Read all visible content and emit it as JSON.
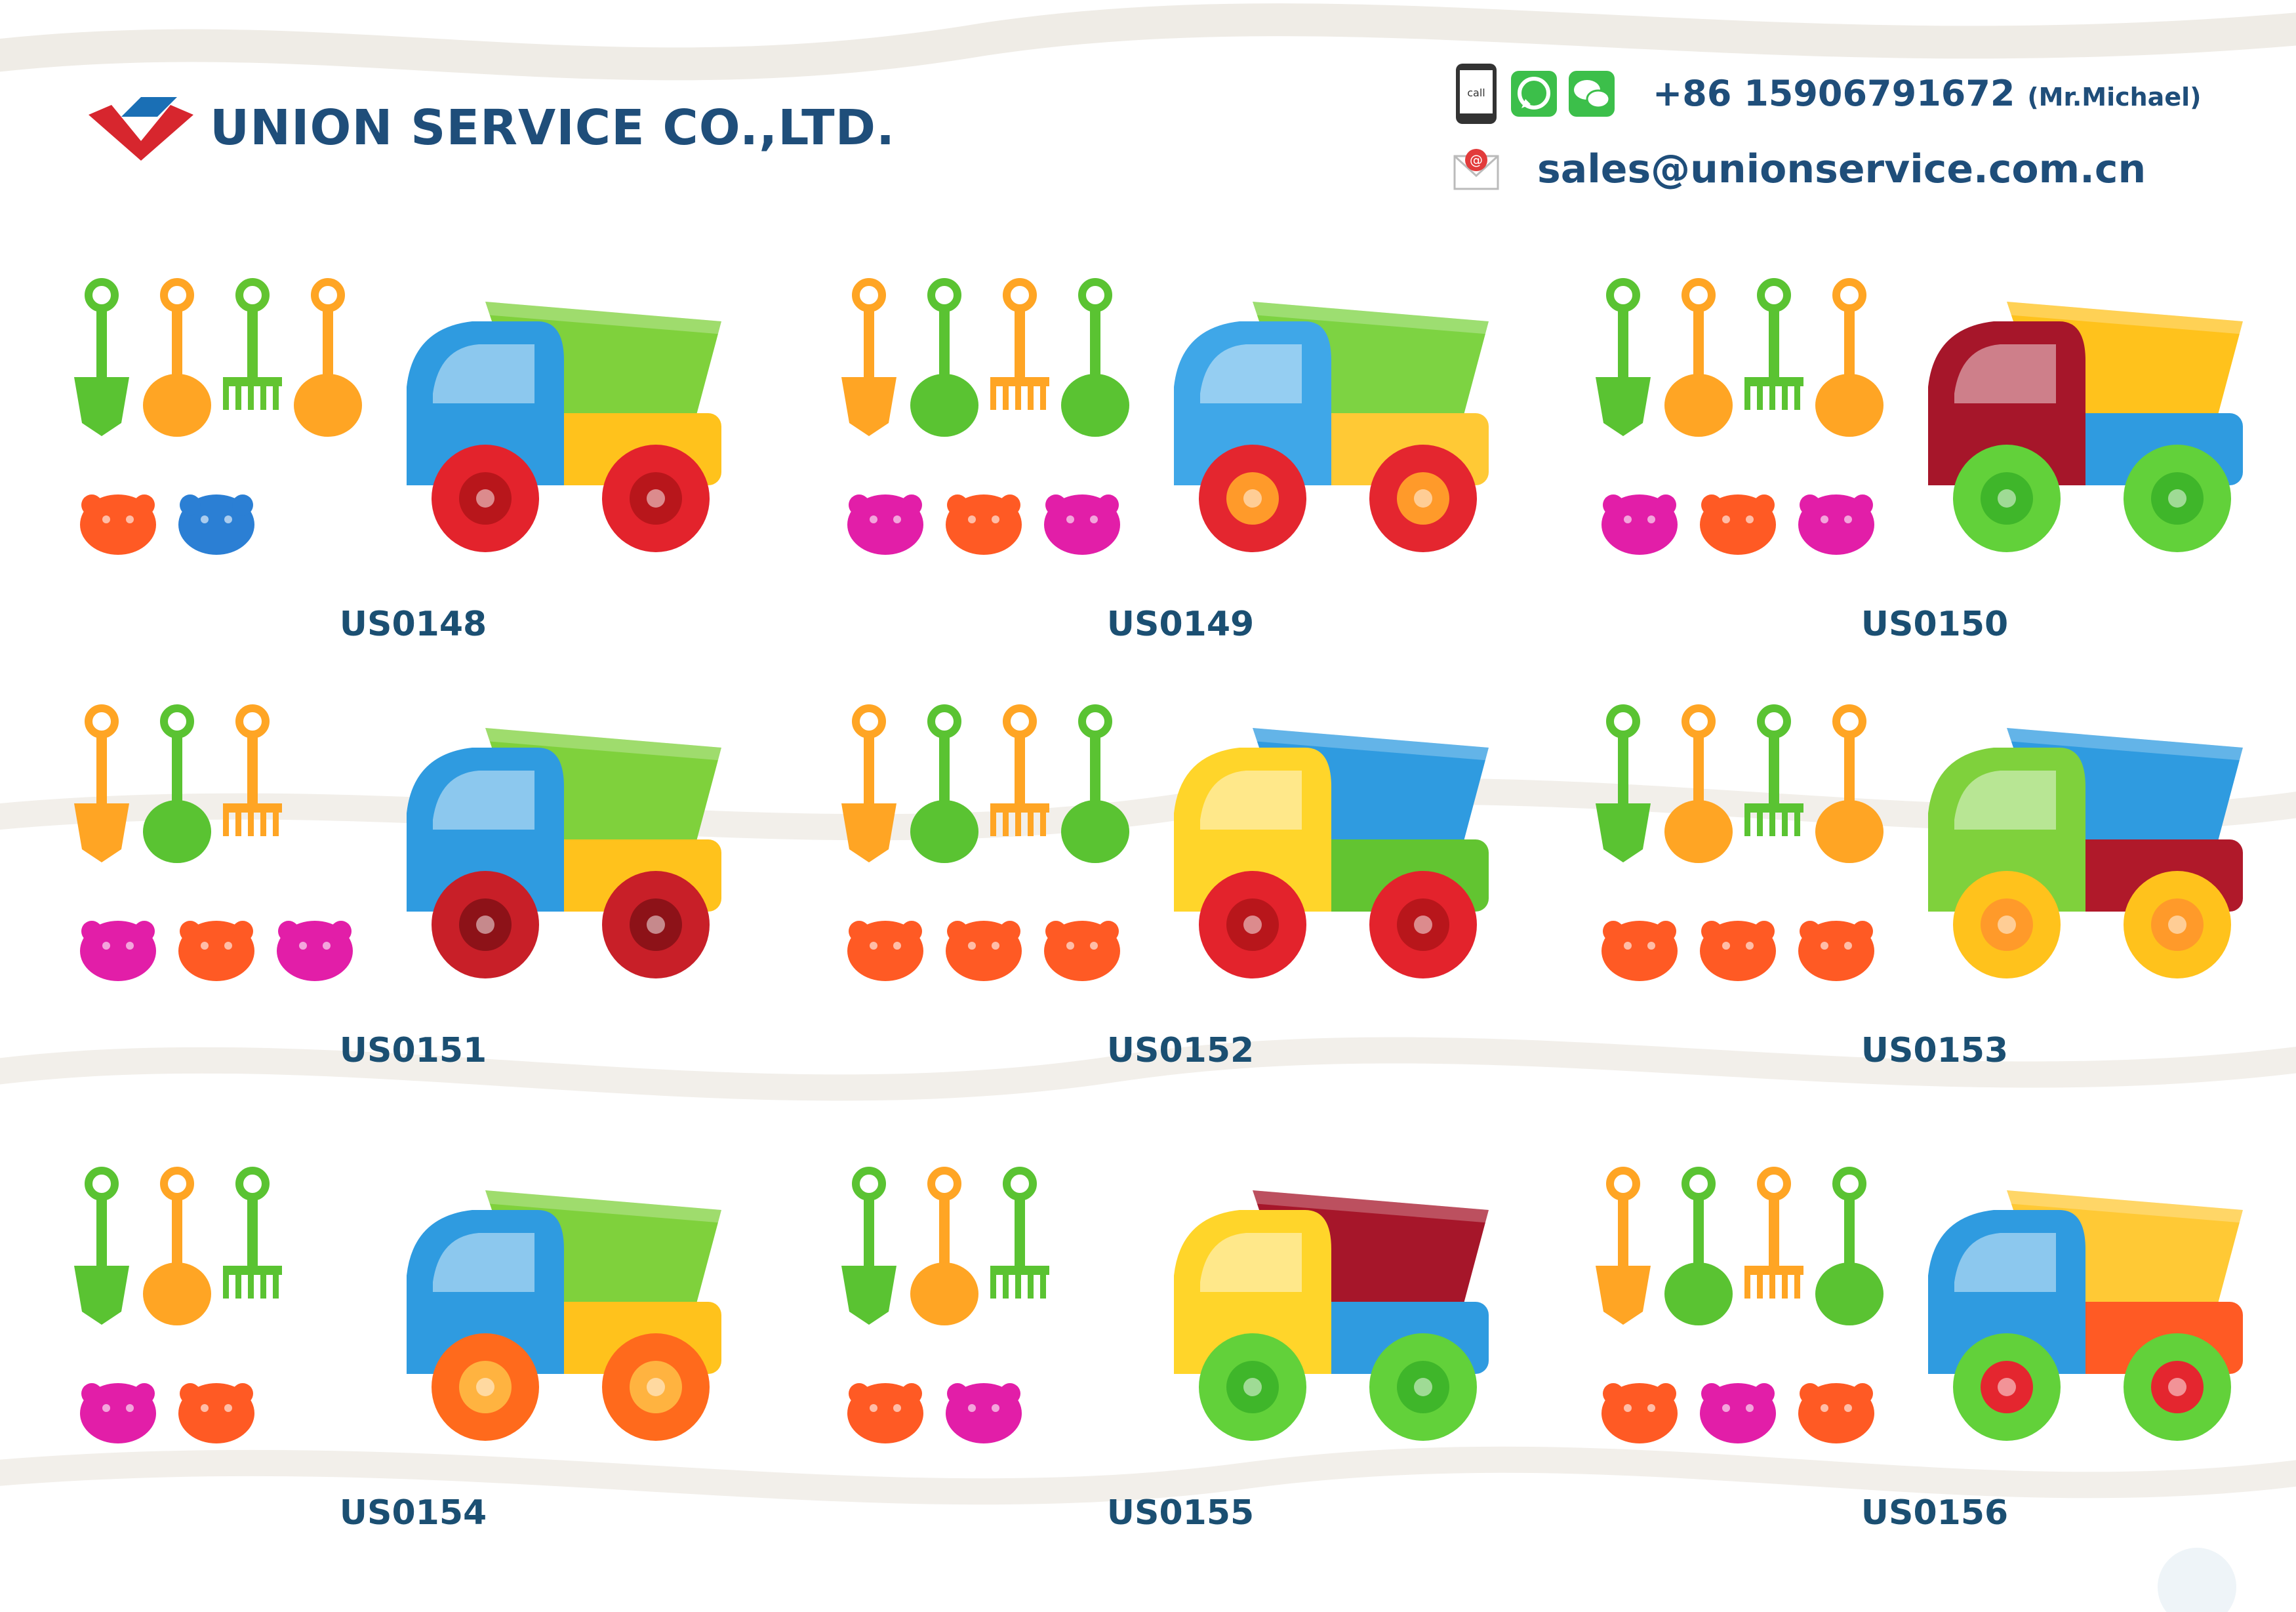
{
  "company": {
    "name": "UNION SERVICE CO.,LTD.",
    "call_badge": "call",
    "phone": "+86 15906791672",
    "phone_contact": "(Mr.Michael)",
    "email": "sales@unionservice.com.cn"
  },
  "colors": {
    "brand_blue": "#1f4e7a",
    "logo_red": "#d7262e",
    "logo_blue": "#1a6fb5",
    "code_text": "#1b4f72"
  },
  "products": [
    {
      "code": "US0148",
      "cab": "#2f9be0",
      "bed": "#7fd13c",
      "base": "#ffc21c",
      "wheel": "#e3232c",
      "hub": "#b8161b",
      "tools": [
        "#5ac332",
        "#ffa524",
        "#62c431",
        "#ffa524"
      ],
      "molds": [
        "#ff5a24",
        "#2b7fd4"
      ]
    },
    {
      "code": "US0149",
      "cab": "#3fa7e8",
      "bed": "#7dd342",
      "base": "#ffc935",
      "wheel": "#e4262f",
      "hub": "#ff9a2a",
      "tools": [
        "#ffa524",
        "#5ac332",
        "#ffa524",
        "#5ac332"
      ],
      "molds": [
        "#e21ea8",
        "#ff5a24",
        "#e21ea8"
      ]
    },
    {
      "code": "US0150",
      "cab": "#a6162a",
      "bed": "#ffc21c",
      "base": "#2f9be0",
      "wheel": "#62d13a",
      "hub": "#3fb62a",
      "tools": [
        "#5ac332",
        "#ffa524",
        "#5ac332",
        "#ffa524"
      ],
      "molds": [
        "#e21ea8",
        "#ff5a24",
        "#e21ea8"
      ]
    },
    {
      "code": "US0151",
      "cab": "#2f9be0",
      "bed": "#7fd13c",
      "base": "#ffc21c",
      "wheel": "#c81f28",
      "hub": "#8d1218",
      "tools": [
        "#ffa524",
        "#5ac332",
        "#ffa524"
      ],
      "molds": [
        "#e21ea8",
        "#ff5a24",
        "#e21ea8"
      ]
    },
    {
      "code": "US0152",
      "cab": "#ffd52a",
      "bed": "#2f9be0",
      "base": "#62c431",
      "wheel": "#e3232c",
      "hub": "#b8161b",
      "tools": [
        "#ffa524",
        "#5ac332",
        "#ffa524",
        "#5ac332"
      ],
      "molds": [
        "#ff5a24",
        "#ff5a24",
        "#ff5a24"
      ]
    },
    {
      "code": "US0153",
      "cab": "#7fd13c",
      "bed": "#2f9be0",
      "base": "#b0192a",
      "wheel": "#ffc21c",
      "hub": "#ff9a2a",
      "tools": [
        "#5ac332",
        "#ffa524",
        "#5ac332",
        "#ffa524"
      ],
      "molds": [
        "#ff5a24",
        "#ff5a24",
        "#ff5a24"
      ]
    },
    {
      "code": "US0154",
      "cab": "#2f9be0",
      "bed": "#7fd13c",
      "base": "#ffc21c",
      "wheel": "#ff6a1c",
      "hub": "#ffb340",
      "tools": [
        "#5ac332",
        "#ffa524",
        "#5ac332"
      ],
      "molds": [
        "#e21ea8",
        "#ff5a24"
      ]
    },
    {
      "code": "US0155",
      "cab": "#ffd52a",
      "bed": "#a6162a",
      "base": "#2f9be0",
      "wheel": "#62d13a",
      "hub": "#3fb62a",
      "tools": [
        "#5ac332",
        "#ffa524",
        "#5ac332"
      ],
      "molds": [
        "#ff5a24",
        "#e21ea8"
      ]
    },
    {
      "code": "US0156",
      "cab": "#2f9be0",
      "bed": "#ffc935",
      "base": "#ff5a24",
      "wheel": "#62d13a",
      "hub": "#e4262f",
      "tools": [
        "#ffa524",
        "#5ac332",
        "#ffa524",
        "#5ac332"
      ],
      "molds": [
        "#ff5a24",
        "#e21ea8",
        "#ff5a24"
      ]
    }
  ]
}
